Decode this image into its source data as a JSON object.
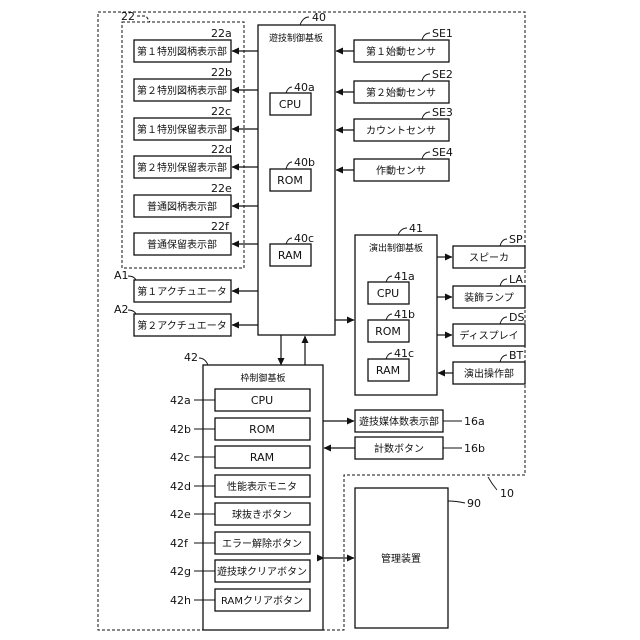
{
  "labels": {
    "outer": "10",
    "group22": "22",
    "main": "40",
    "cpu40": "40a",
    "rom40": "40b",
    "ram40": "40c",
    "d22a": "22a",
    "d22b": "22b",
    "d22c": "22c",
    "d22d": "22d",
    "d22e": "22e",
    "d22f": "22f",
    "a1": "A1",
    "a2": "A2",
    "se1": "SE1",
    "se2": "SE2",
    "se3": "SE3",
    "se4": "SE4",
    "prod": "41",
    "cpu41": "41a",
    "rom41": "41b",
    "ram41": "41c",
    "sp": "SP",
    "la": "LA",
    "ds": "DS",
    "bt": "BT",
    "frame": "42",
    "f42a": "42a",
    "f42b": "42b",
    "f42c": "42c",
    "f42d": "42d",
    "f42e": "42e",
    "f42f": "42f",
    "f42g": "42g",
    "f42h": "42h",
    "l16a": "16a",
    "l16b": "16b",
    "mgmt": "90"
  },
  "boxes": {
    "main_board": "遊技制御基板",
    "cpu": "CPU",
    "rom": "ROM",
    "ram": "RAM",
    "d22a": "第１特別図柄表示部",
    "d22b": "第２特別図柄表示部",
    "d22c": "第１特別保留表示部",
    "d22d": "第２特別保留表示部",
    "d22e": "普通図柄表示部",
    "d22f": "普通保留表示部",
    "a1": "第１アクチュエータ",
    "a2": "第２アクチュエータ",
    "se1": "第１始動センサ",
    "se2": "第２始動センサ",
    "se3": "カウントセンサ",
    "se4": "作動センサ",
    "prod_board": "演出制御基板",
    "sp": "スピーカ",
    "la": "装飾ランプ",
    "ds": "ディスプレイ",
    "bt": "演出操作部",
    "frame_board": "枠制御基板",
    "f42d": "性能表示モニタ",
    "f42e": "球抜きボタン",
    "f42f": "エラー解除ボタン",
    "f42g": "遊技球クリアボタン",
    "f42h": "RAMクリアボタン",
    "b16a": "遊技媒体数表示部",
    "b16b": "計数ボタン",
    "mgmt": "管理装置"
  }
}
